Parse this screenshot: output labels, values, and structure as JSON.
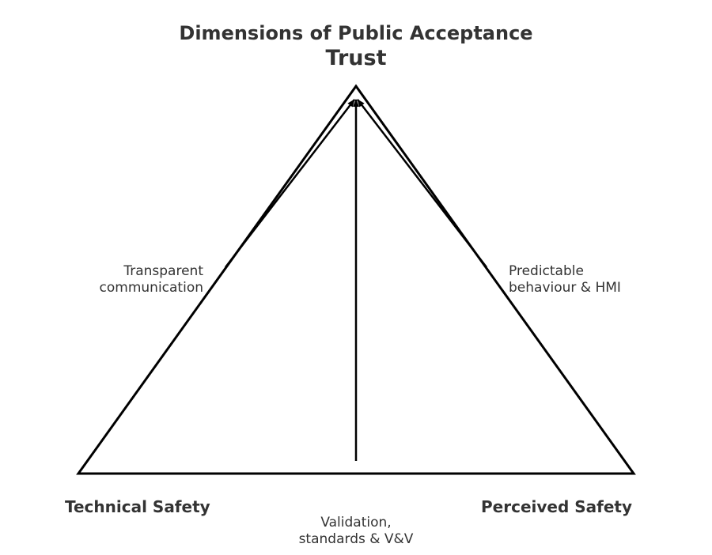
{
  "title": "Dimensions of Public Acceptance",
  "nodes": {
    "top": "Trust",
    "bottom_left": "Technical Safety",
    "bottom_right": "Perceived Safety"
  },
  "edges": {
    "left": [
      "Transparent",
      "communication"
    ],
    "right": [
      "Predictable",
      "behaviour & HMI"
    ],
    "center": [
      "Validation,",
      "standards & V&V"
    ]
  }
}
